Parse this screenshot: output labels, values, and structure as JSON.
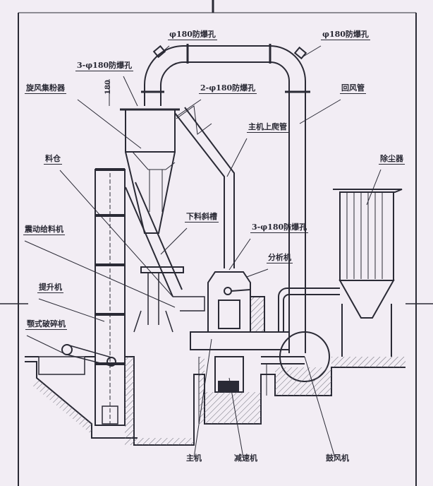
{
  "labels": {
    "explosion_hole_left": "φ180防爆孔",
    "explosion_hole_right": "φ180防爆孔",
    "explosion_hole_3_top": "3-φ180防爆孔",
    "dimension_180": "180",
    "cyclone_collector": "旋风集粉器",
    "explosion_hole_2": "2-φ180防爆孔",
    "return_air_duct": "回风管",
    "main_riser_pipe": "主机上爬管",
    "dust_collector": "除尘器",
    "silo": "料仓",
    "discharge_chute": "下料斜槽",
    "vibrating_feeder": "震动给料机",
    "explosion_hole_3_mill": "3-φ180防爆孔",
    "classifier": "分析机",
    "elevator": "提升机",
    "jaw_crusher": "颚式破碎机",
    "main_mill": "主机",
    "reducer": "减速机",
    "blower": "鼓风机"
  },
  "colors": {
    "line": "#2a2a35",
    "background": "#f2edf4",
    "hatch": "#6a6a75"
  }
}
